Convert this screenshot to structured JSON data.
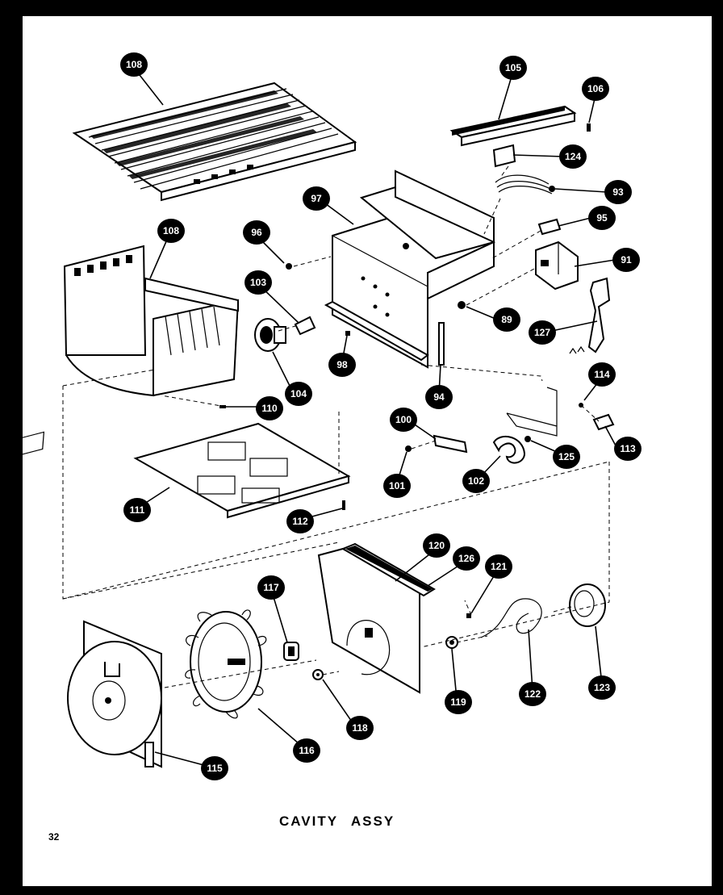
{
  "figure": {
    "title": "CAVITY ASSY",
    "page_number": "32"
  },
  "callouts": [
    {
      "id": "c108a",
      "label": "108"
    },
    {
      "id": "c105",
      "label": "105"
    },
    {
      "id": "c106",
      "label": "106"
    },
    {
      "id": "c124",
      "label": "124"
    },
    {
      "id": "c93",
      "label": "93"
    },
    {
      "id": "c97",
      "label": "97"
    },
    {
      "id": "c95",
      "label": "95"
    },
    {
      "id": "c108b",
      "label": "108"
    },
    {
      "id": "c96",
      "label": "96"
    },
    {
      "id": "c103",
      "label": "103"
    },
    {
      "id": "c91",
      "label": "91"
    },
    {
      "id": "c89",
      "label": "89"
    },
    {
      "id": "c127",
      "label": "127"
    },
    {
      "id": "c98",
      "label": "98"
    },
    {
      "id": "c104",
      "label": "104"
    },
    {
      "id": "c94",
      "label": "94"
    },
    {
      "id": "c114",
      "label": "114"
    },
    {
      "id": "c110",
      "label": "110"
    },
    {
      "id": "c100",
      "label": "100"
    },
    {
      "id": "c113",
      "label": "113"
    },
    {
      "id": "c125",
      "label": "125"
    },
    {
      "id": "c101",
      "label": "101"
    },
    {
      "id": "c102",
      "label": "102"
    },
    {
      "id": "c111",
      "label": "111"
    },
    {
      "id": "c112",
      "label": "112"
    },
    {
      "id": "c126",
      "label": "126"
    },
    {
      "id": "c120",
      "label": "120"
    },
    {
      "id": "c121",
      "label": "121"
    },
    {
      "id": "c117",
      "label": "117"
    },
    {
      "id": "c119",
      "label": "119"
    },
    {
      "id": "c122",
      "label": "122"
    },
    {
      "id": "c123",
      "label": "123"
    },
    {
      "id": "c118",
      "label": "118"
    },
    {
      "id": "c116",
      "label": "116"
    },
    {
      "id": "c115",
      "label": "115"
    }
  ]
}
